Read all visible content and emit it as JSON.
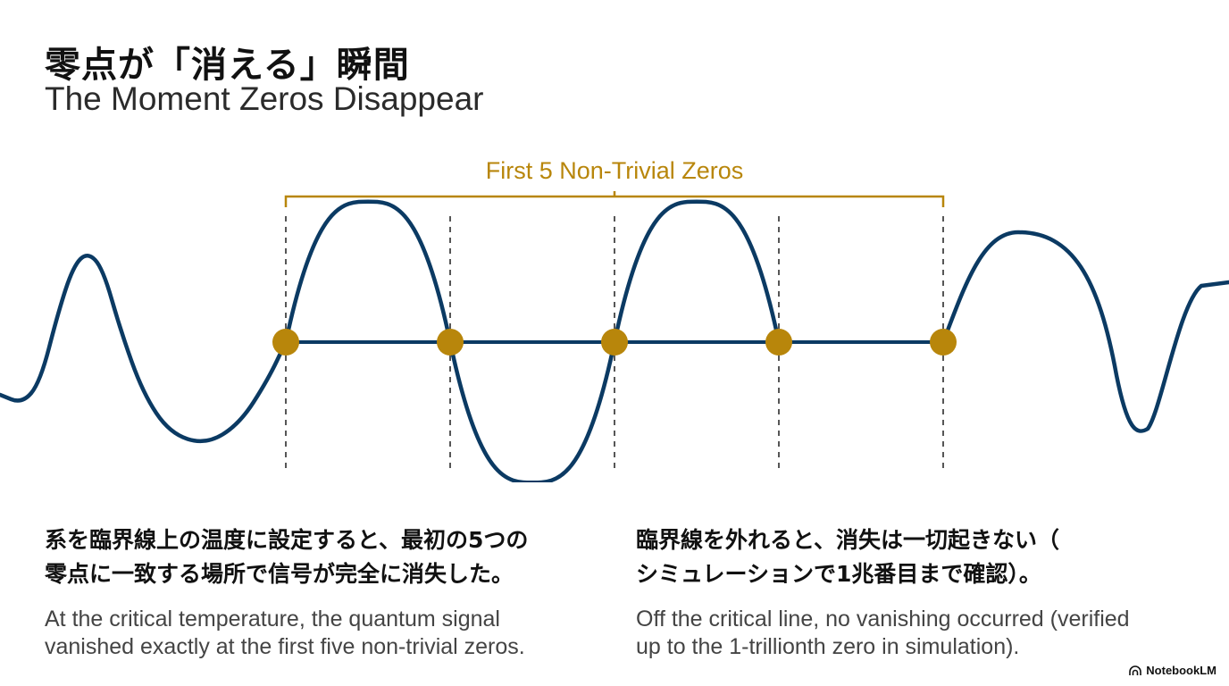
{
  "header": {
    "title_jp": "零点が「消える」瞬間",
    "title_en": "The Moment Zeros Disappear"
  },
  "diagram": {
    "bracket_label": "First 5 Non-Trivial Zeros",
    "zero_count": 5,
    "colors": {
      "wave": "#0b3a63",
      "accent": "#b8860b",
      "guide": "#444444"
    }
  },
  "left_text": {
    "jp_line1": "系を臨界線上の温度に設定すると、最初の5つの",
    "jp_line2": "零点に一致する場所で信号が完全に消失した。",
    "en_line1": "At the critical temperature, the quantum signal",
    "en_line2": "vanished exactly at the first five non-trivial zeros."
  },
  "right_text": {
    "jp_line1": "臨界線を外れると、消失は一切起きない（",
    "jp_line2": "シミュレーションで1兆番目まで確認）。",
    "en_line1": "Off the critical line, no vanishing occurred (verified",
    "en_line2": "up to the 1-trillionth zero in simulation)."
  },
  "footer": {
    "brand": "NotebookLM",
    "brand_icon": "notebooklm-logo-icon"
  }
}
